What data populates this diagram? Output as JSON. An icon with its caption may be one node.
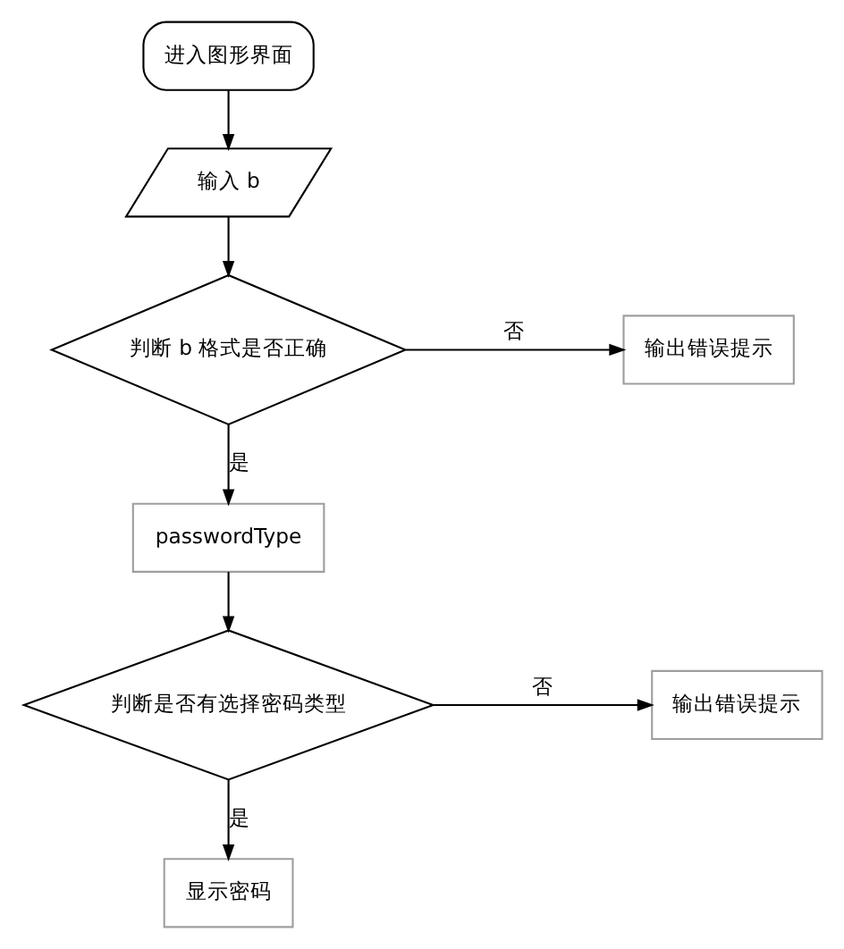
{
  "diagram": {
    "nodes": [
      {
        "text": [
          "进入图形界面"
        ]
      },
      {
        "text": [
          "输入 b"
        ]
      },
      {
        "text": [
          "判断 b 格式是否正确"
        ]
      },
      {
        "text": [
          "输出错误提示"
        ]
      },
      {
        "text": [
          "passwordType"
        ]
      },
      {
        "text": [
          "判断是否有选择密码类型"
        ]
      },
      {
        "text": [
          "输出错误提示"
        ]
      },
      {
        "text": [
          "显示密码"
        ]
      }
    ],
    "edges": [
      {
        "from": 0,
        "to": 1,
        "arrow": "to"
      },
      {
        "from": 1,
        "to": 2,
        "arrow": "to"
      },
      {
        "from": 2,
        "to": 3,
        "arrow": "to",
        "label": "否"
      },
      {
        "from": 2,
        "to": 4,
        "arrow": "to",
        "label": "是"
      },
      {
        "from": 4,
        "to": 5,
        "arrow": "to"
      },
      {
        "from": 5,
        "to": 6,
        "arrow": "to",
        "label": "否"
      },
      {
        "from": 5,
        "to": 7,
        "arrow": "to",
        "label": "是"
      }
    ]
  }
}
